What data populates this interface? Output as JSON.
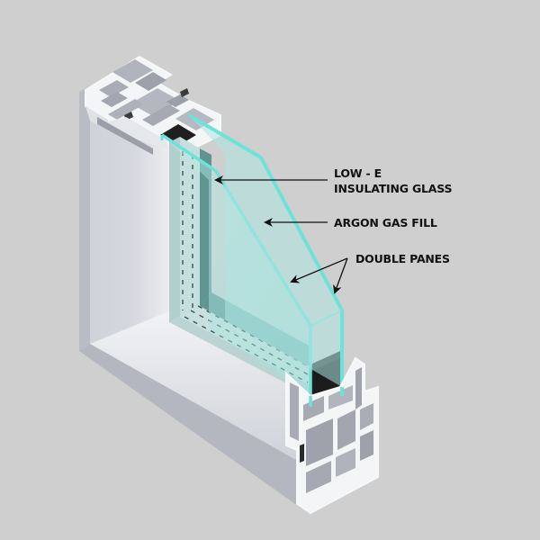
{
  "diagram": {
    "subject": "Double-pane window cross-section",
    "background_color": "#cfcfcf",
    "colors": {
      "frame_light": "#ecedf0",
      "frame_mid": "#c9ccd3",
      "frame_dark": "#a7aab2",
      "glass": "#a9e6e0",
      "glass_edge": "#6fe0d6",
      "spacer_dark": "#1e1e1e",
      "spacer_face": "#c8dfde",
      "gasket_teal": "#4f8683",
      "label_text": "#111111"
    },
    "labels": {
      "low_e": {
        "line1": "LOW - E",
        "line2": "INSULATING GLASS"
      },
      "argon": {
        "text": "ARGON GAS FILL"
      },
      "double_panes": {
        "text": "DOUBLE PANES"
      }
    },
    "components": [
      {
        "name": "pvc-frame-top-profile"
      },
      {
        "name": "pvc-frame-bottom-profile"
      },
      {
        "name": "inner-glass-pane"
      },
      {
        "name": "outer-glass-pane"
      },
      {
        "name": "spacer-bar"
      },
      {
        "name": "argon-gas-gap"
      }
    ]
  }
}
